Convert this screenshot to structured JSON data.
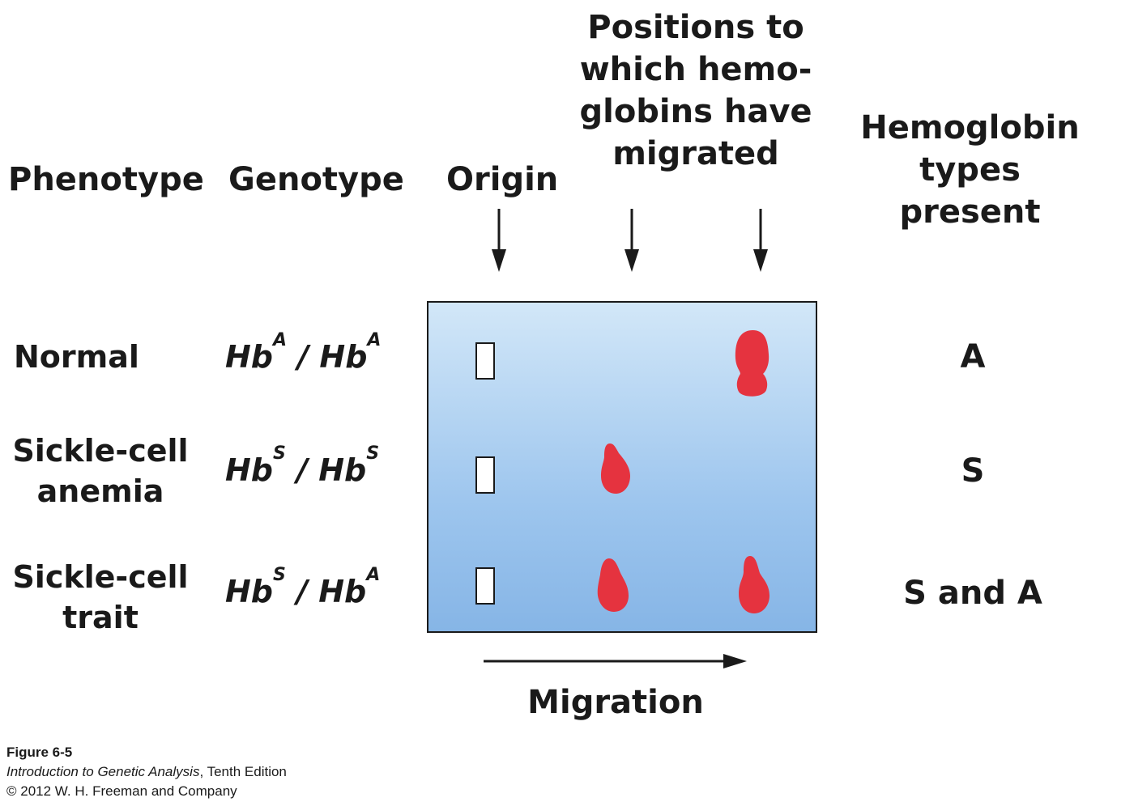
{
  "headers": {
    "phenotype": "Phenotype",
    "genotype": "Genotype",
    "origin": "Origin",
    "positions": [
      "Positions to",
      "which hemo-",
      "globins have",
      "migrated"
    ],
    "types": [
      "Hemoglobin types",
      "present"
    ]
  },
  "rows": [
    {
      "phenotype": [
        "Normal"
      ],
      "genotype": {
        "a": "Hb",
        "a_sup": "A",
        "sep": " / ",
        "b": "Hb",
        "b_sup": "A"
      },
      "types": "A"
    },
    {
      "phenotype": [
        "Sickle-cell",
        "anemia"
      ],
      "genotype": {
        "a": "Hb",
        "a_sup": "S",
        "sep": " / ",
        "b": "Hb",
        "b_sup": "S"
      },
      "types": "S"
    },
    {
      "phenotype": [
        "Sickle-cell",
        "trait"
      ],
      "genotype": {
        "a": "Hb",
        "a_sup": "S",
        "sep": " / ",
        "b": "Hb",
        "b_sup": "A"
      },
      "types": "S and A"
    }
  ],
  "migration_label": "Migration",
  "caption": {
    "figure": "Figure 6-5",
    "book": "Introduction to Genetic Analysis",
    "edition": ", Tenth Edition",
    "copyright": "© 2012 W. H. Freeman and Company"
  },
  "colors": {
    "band": "#e5333f",
    "gel_top": "#d2e7f8",
    "gel_bottom": "#86b5e6",
    "ink": "#1a1a1a"
  }
}
